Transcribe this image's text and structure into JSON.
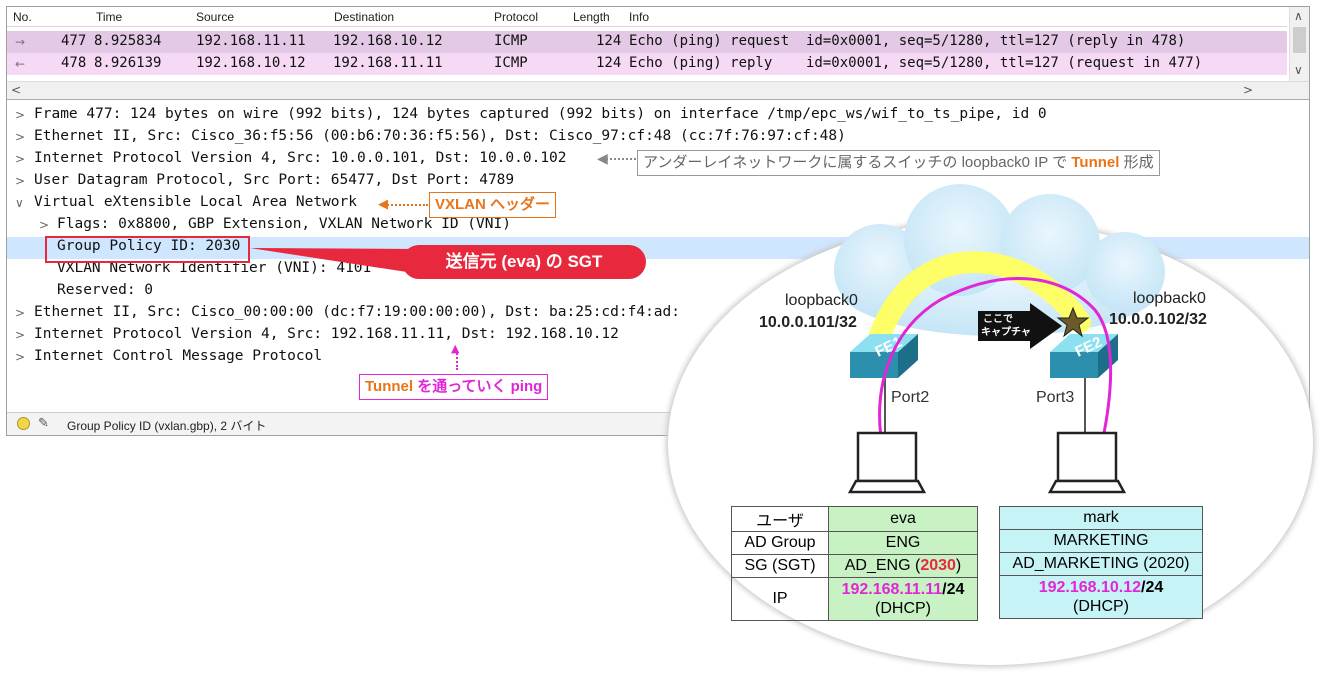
{
  "packet_list": {
    "headers": [
      "No.",
      "Time",
      "Source",
      "Destination",
      "Protocol",
      "Length",
      "Info"
    ],
    "rows": [
      {
        "arrow": "→",
        "no": "477",
        "time": "8.925834",
        "src": "192.168.11.11",
        "dst": "192.168.10.12",
        "proto": "ICMP",
        "len": "124",
        "info": "Echo (ping) request  id=0x0001, seq=5/1280, ttl=127 (reply in 478)"
      },
      {
        "arrow": "←",
        "no": "478",
        "time": "8.926139",
        "src": "192.168.10.12",
        "dst": "192.168.11.11",
        "proto": "ICMP",
        "len": "124",
        "info": "Echo (ping) reply    id=0x0001, seq=5/1280, ttl=127 (request in 477)"
      }
    ]
  },
  "scroll": {
    "up": "∧",
    "down": "∨",
    "left": "<",
    "right": ">"
  },
  "details": [
    {
      "arrow": ">",
      "text": "Frame 477: 124 bytes on wire (992 bits), 124 bytes captured (992 bits) on interface /tmp/epc_ws/wif_to_ts_pipe, id 0"
    },
    {
      "arrow": ">",
      "text": "Ethernet II, Src: Cisco_36:f5:56 (00:b6:70:36:f5:56), Dst: Cisco_97:cf:48 (cc:7f:76:97:cf:48)"
    },
    {
      "arrow": ">",
      "text": "Internet Protocol Version 4, Src: 10.0.0.101, Dst: 10.0.0.102"
    },
    {
      "arrow": ">",
      "text": "User Datagram Protocol, Src Port: 65477, Dst Port: 4789"
    },
    {
      "arrow": "∨",
      "text": "Virtual eXtensible Local Area Network"
    },
    {
      "arrow": ">",
      "text": "Flags: 0x8800, GBP Extension, VXLAN Network ID (VNI)"
    },
    {
      "arrow": "",
      "text": "Group Policy ID: 2030"
    },
    {
      "arrow": "",
      "text": "VXLAN Network Identifier (VNI): 4101"
    },
    {
      "arrow": "",
      "text": "Reserved: 0"
    },
    {
      "arrow": ">",
      "text": "Ethernet II, Src: Cisco_00:00:00 (dc:f7:19:00:00:00), Dst: ba:25:cd:f4:ad:"
    },
    {
      "arrow": ">",
      "text": "Internet Protocol Version 4, Src: 192.168.11.11, Dst: 192.168.10.12"
    },
    {
      "arrow": ">",
      "text": "Internet Control Message Protocol"
    }
  ],
  "status_text": "Group Policy ID (vxlan.gbp), 2 バイト",
  "annotations": {
    "underlay_a": "アンダーレイネットワークに属するスイッチの loopback0 IP で ",
    "underlay_b": "Tunnel",
    "underlay_c": " 形成",
    "vxlan": "VXLAN ヘッダー",
    "sgt": "送信元 (eva) の SGT",
    "tunnel_a": "Tunnel",
    "tunnel_b": " を通っていく ping"
  },
  "diagram": {
    "left_label": "loopback0",
    "left_ip": "10.0.0.101/32",
    "right_label": "loopback0",
    "right_ip": "10.0.0.102/32",
    "capture_line1": "ここで",
    "capture_line2": "キャプチャ",
    "fe1": "FE1",
    "fe2": "FE2",
    "port_left": "Port2",
    "port_right": "Port3"
  },
  "table_eva": {
    "labels": [
      "ユーザ",
      "AD Group",
      "SG (SGT)",
      "IP"
    ],
    "user": "eva",
    "group": "ENG",
    "sg_prefix": "AD_ENG (",
    "sg_num": "2030",
    "sg_suffix": ")",
    "ip_addr": "192.168.11.11",
    "ip_mask": "/24",
    "ip_note": "(DHCP)"
  },
  "table_mark": {
    "user": "mark",
    "group": "MARKETING",
    "sg": "AD_MARKETING (2020)",
    "ip_addr": "192.168.10.12",
    "ip_mask": "/24",
    "ip_note": "(DHCP)"
  },
  "colors": {
    "accent_red": "#e8283c",
    "magenta": "#e026d6",
    "orange": "#e8741c",
    "row_pink": "#f6d9f4",
    "highlight_blue": "#cfe6ff"
  }
}
